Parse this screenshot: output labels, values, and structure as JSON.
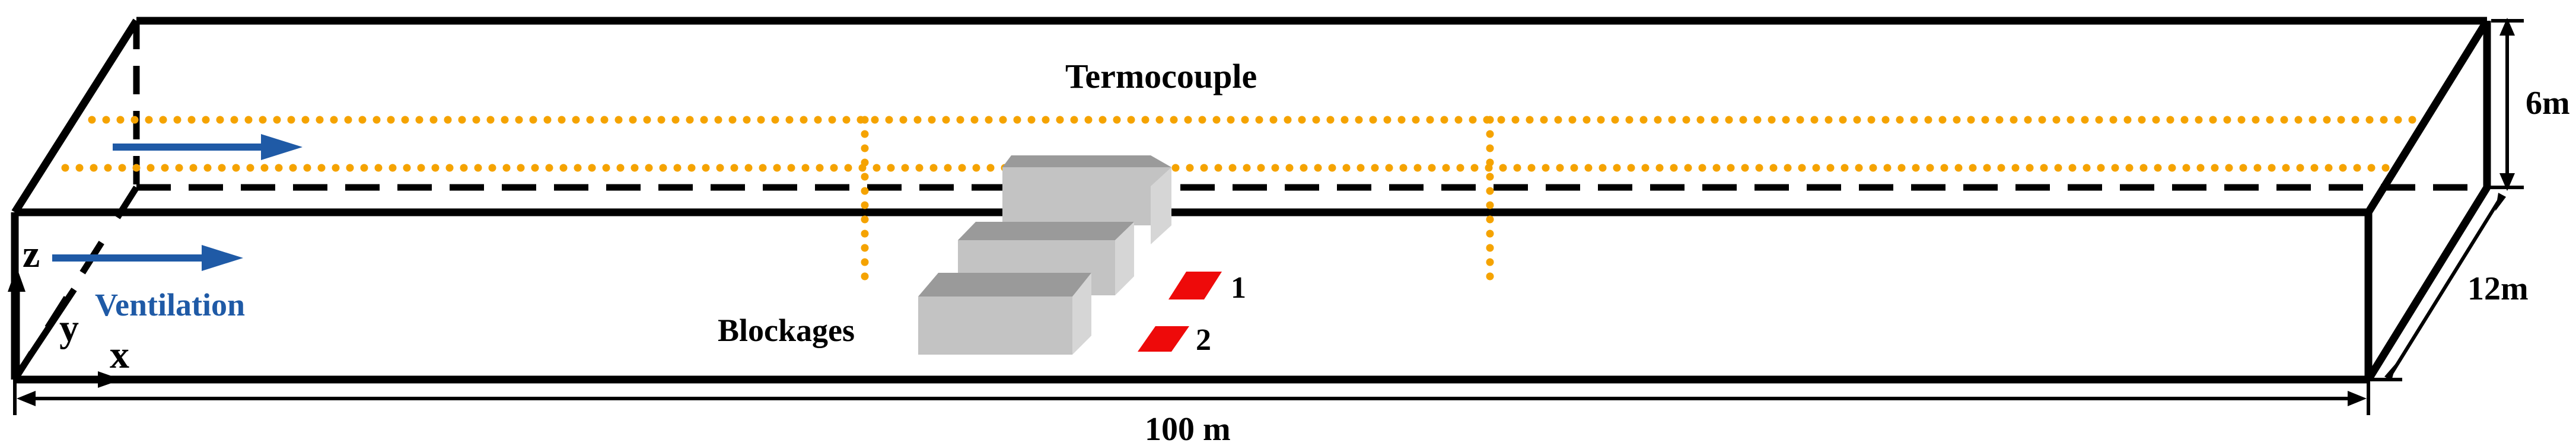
{
  "labels": {
    "thermocouple": "Termocouple",
    "height": "6m",
    "width": "12m",
    "length": "100 m",
    "ventilation": "Ventilation",
    "blockages": "Blockages",
    "fire_1": "1",
    "fire_2": "2",
    "axis_z": "z",
    "axis_y": "y",
    "axis_x": "x"
  },
  "colors": {
    "outline": "#000000",
    "thermocouple": "#f5a300",
    "ventilation": "#1f5aa6",
    "fire_source": "#ee0a0a",
    "blockage_front": "#c3c3c3",
    "blockage_top": "#9a9a9a",
    "blockage_side": "#d6d6d6"
  }
}
